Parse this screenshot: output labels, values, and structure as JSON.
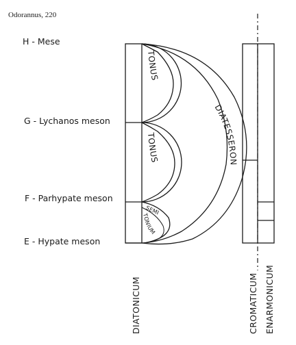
{
  "source": "Odorannus, 220",
  "notes": [
    {
      "key": "h",
      "label": "H - Mese"
    },
    {
      "key": "g",
      "label": "G - Lychanos meson"
    },
    {
      "key": "f",
      "label": "F - Parhypate meson"
    },
    {
      "key": "e",
      "label": "E - Hypate meson"
    }
  ],
  "intervals": {
    "tonus_upper": "TONUS",
    "tonus_lower": "TONUS",
    "semitonium_1": "SEMI",
    "semitonium_2": "TONIUM",
    "diatesseron": "DIATESSERON"
  },
  "genera": {
    "diatonic": "DIATONICUM",
    "chromatic": "CROMATICUM",
    "enharmonic": "ENARMONICUM"
  }
}
